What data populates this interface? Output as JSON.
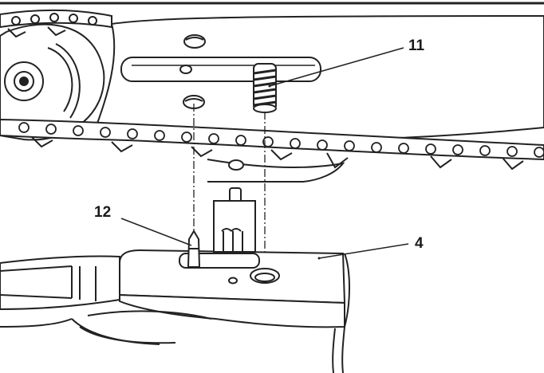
{
  "callouts": {
    "bar_nut_stud": "11",
    "chain_adjuster_pin": "12",
    "clutch_cover": "4"
  }
}
